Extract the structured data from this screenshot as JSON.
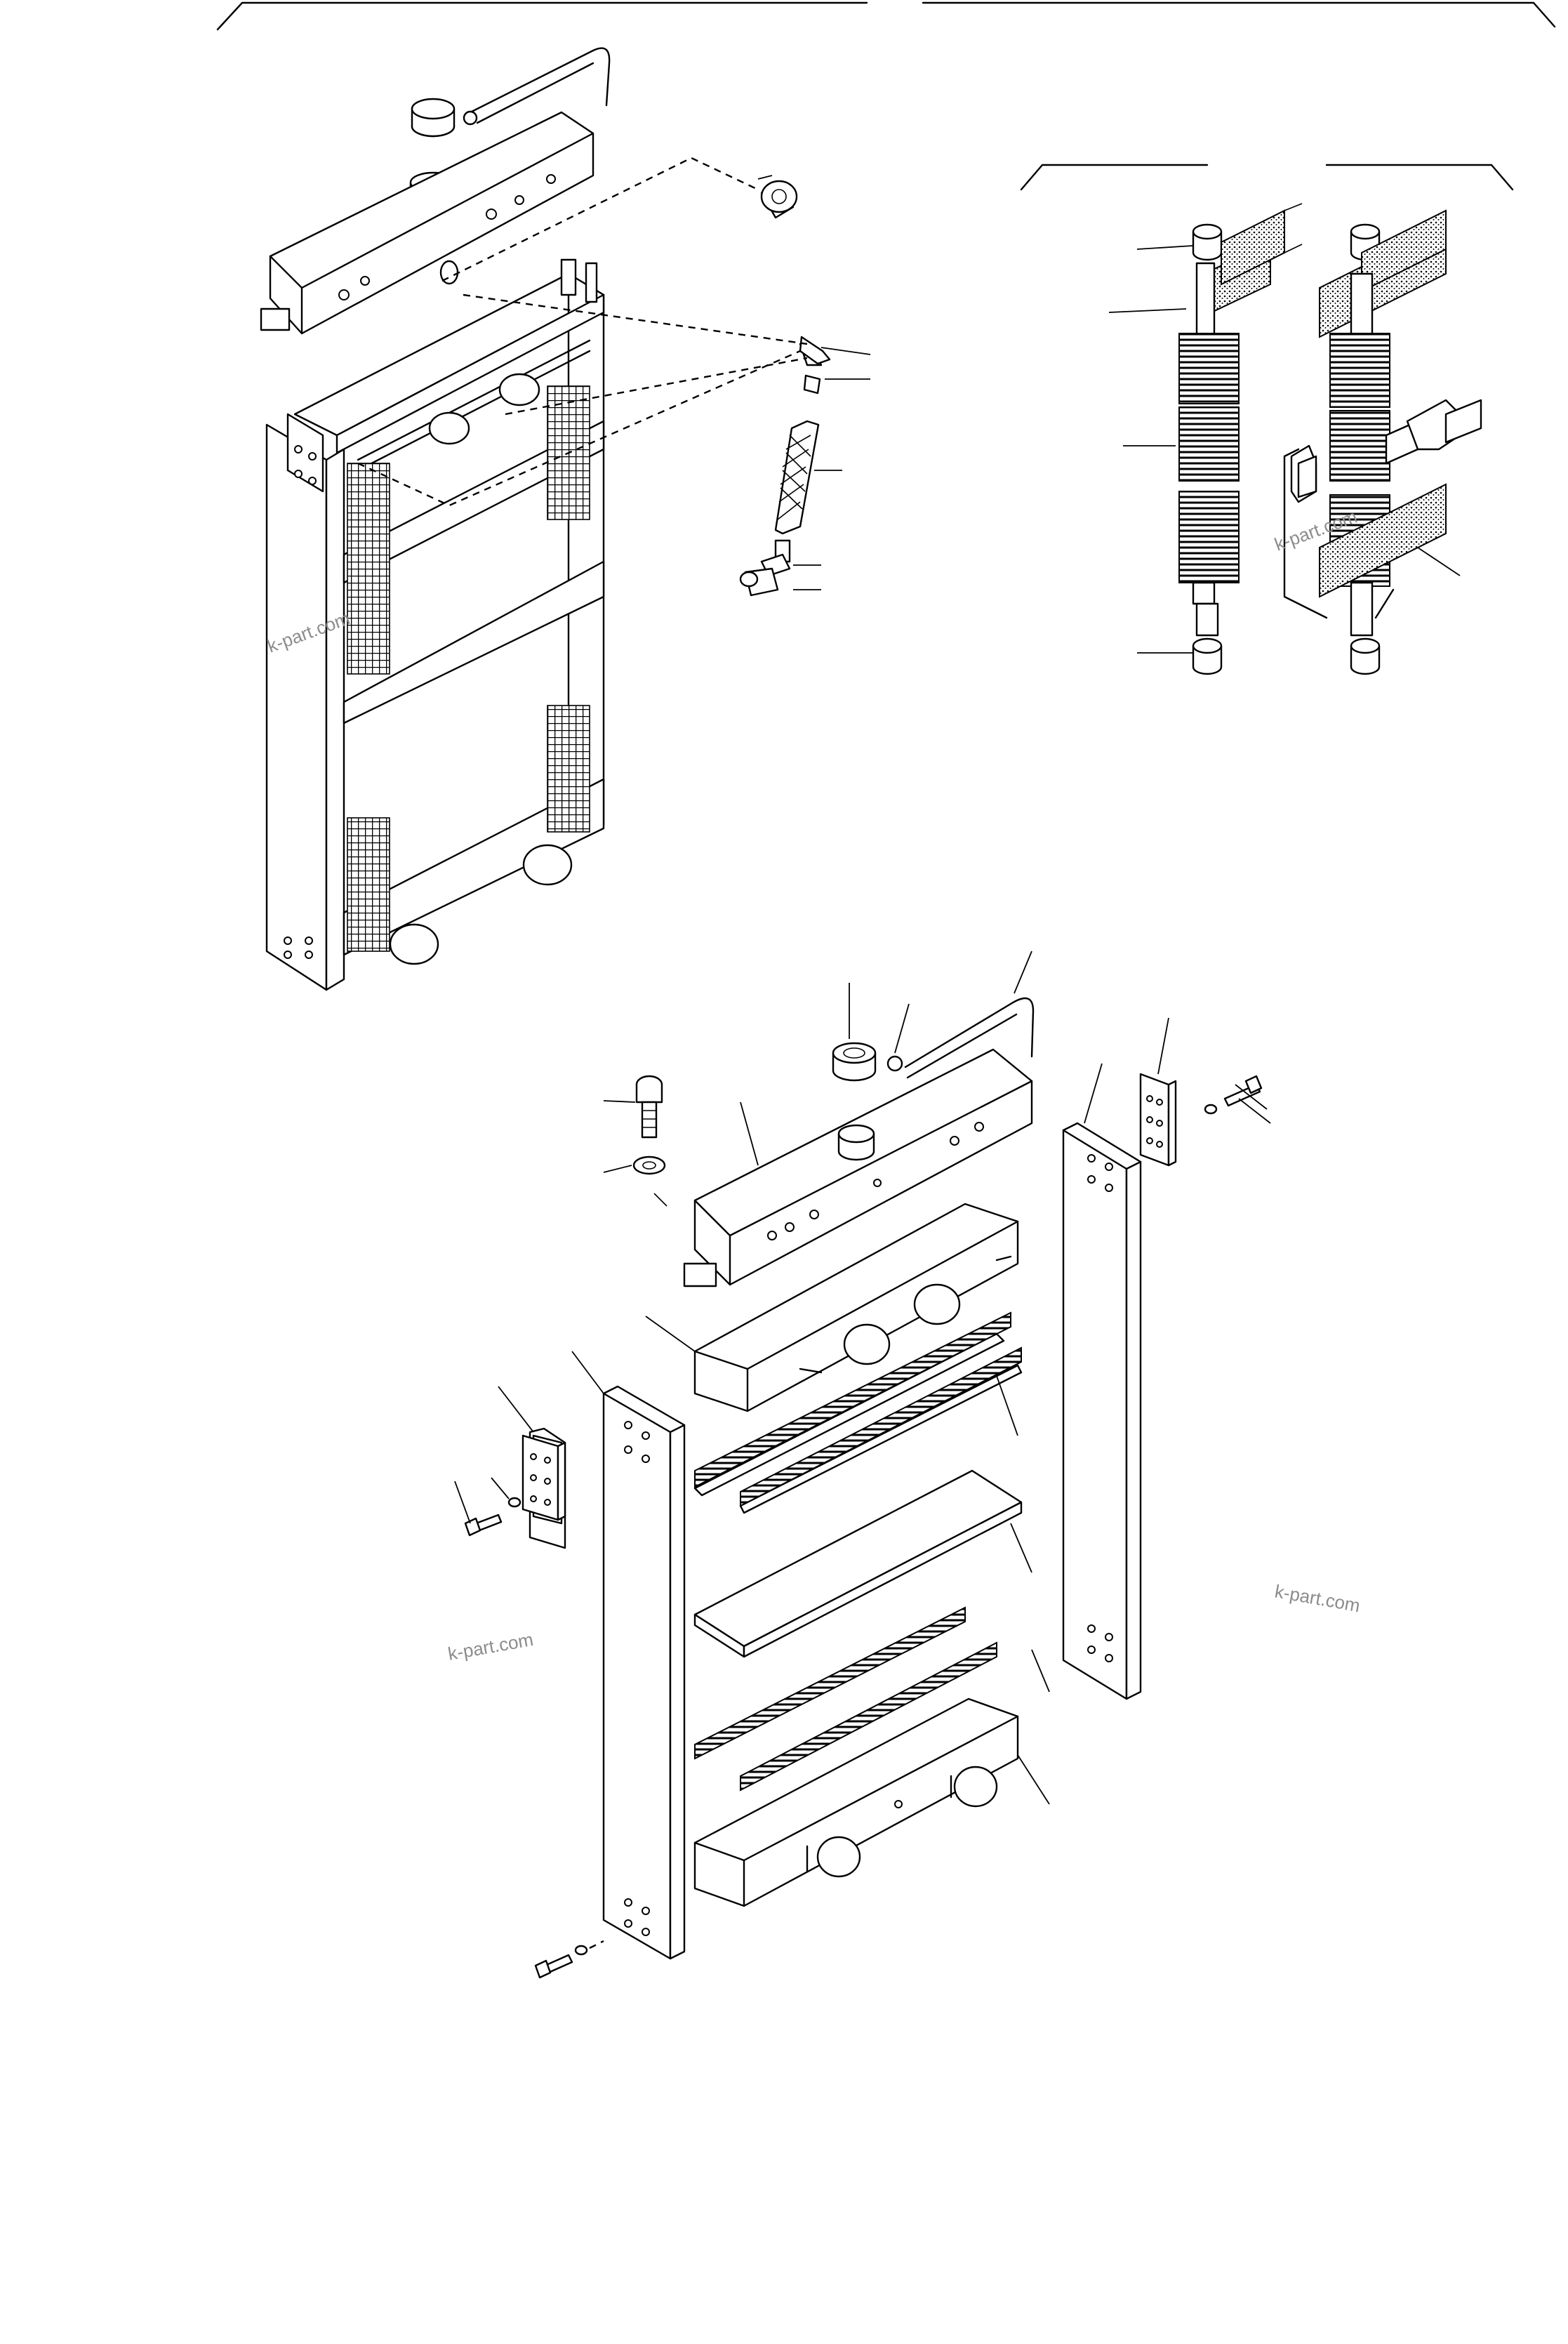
{
  "watermarks": [
    "k-part.com",
    "k-part.com",
    "k-part.com",
    "k-part.com"
  ],
  "colors": {
    "line": "#000000",
    "background": "#ffffff",
    "watermark": "#8c8c8c"
  },
  "views": [
    {
      "name": "assembled-radiator",
      "icons": [
        "radiator-core-icon",
        "upper-tank-icon",
        "drain-hose-icon"
      ]
    },
    {
      "name": "fin-detail",
      "icons": [
        "fin-block-icon",
        "seal-icon"
      ]
    },
    {
      "name": "exploded-radiator",
      "icons": [
        "side-plate-icon",
        "bolt-icon",
        "washer-icon",
        "lower-tank-icon",
        "core-plate-icon"
      ]
    }
  ]
}
